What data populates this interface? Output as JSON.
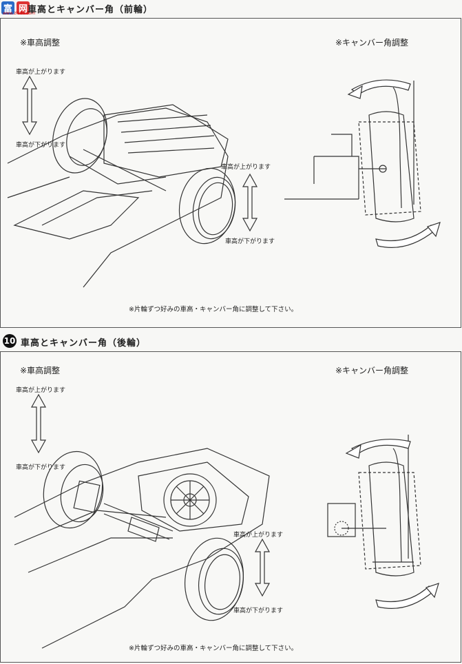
{
  "watermark": {
    "logo_a": "富",
    "logo_b": "网",
    "url": "www.zhidu.com"
  },
  "section1": {
    "title": "車高とキャンバー角（前輪）",
    "left_label": "※車高調整",
    "right_label": "※キャンバー角調整",
    "up_text": "車高が上がります",
    "down_text": "車高が下がります",
    "note": "※片輪ずつ好みの車高・キャンバー角に調整して下さい。"
  },
  "section2": {
    "number": "10",
    "title": "車高とキャンバー角（後輪）",
    "left_label": "※車高調整",
    "right_label": "※キャンバー角調整",
    "up_text": "車高が上がります",
    "down_text": "車高が下がります",
    "note": "※片輪ずつ好みの車高・キャンバー角に調整して下さい。"
  }
}
